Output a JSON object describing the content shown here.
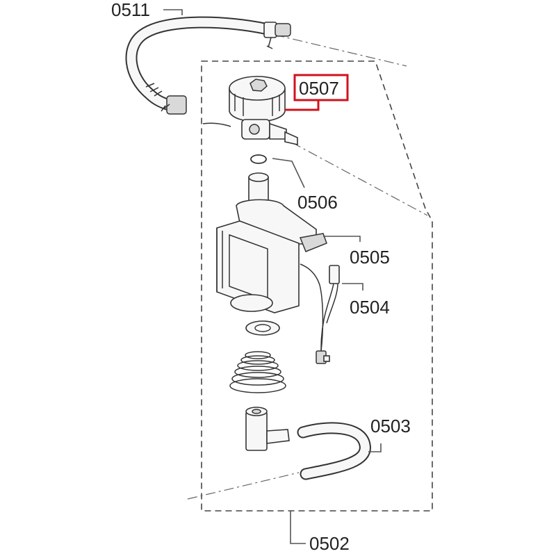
{
  "labels": {
    "p0511": "0511",
    "p0507": "0507",
    "p0506": "0506",
    "p0505": "0505",
    "p0504": "0504",
    "p0503": "0503",
    "p0502": "0502"
  },
  "colors": {
    "highlight": "#d0121b",
    "ink": "#333333",
    "text": "#222222"
  },
  "icons": [
    "hose-clamp-icon",
    "pump-cap-icon",
    "o-ring-icon",
    "vibration-pump-icon",
    "wire-connector-icon",
    "spring-icon",
    "elbow-fitting-icon",
    "hose-icon"
  ]
}
